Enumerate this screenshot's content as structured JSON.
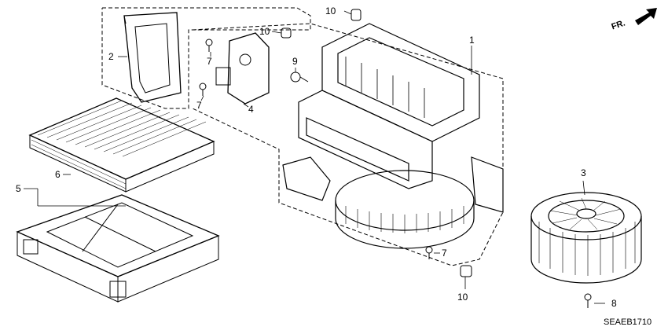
{
  "callouts": {
    "c1": "1",
    "c2": "2",
    "c3": "3",
    "c4": "4",
    "c5": "5",
    "c6": "6",
    "c7a": "7",
    "c7b": "7",
    "c7c": "7",
    "c8": "8",
    "c9": "9",
    "c10a": "10",
    "c10b": "10",
    "c10c": "10"
  },
  "direction_label": "FR.",
  "diagram_code": "SEAEB1710"
}
